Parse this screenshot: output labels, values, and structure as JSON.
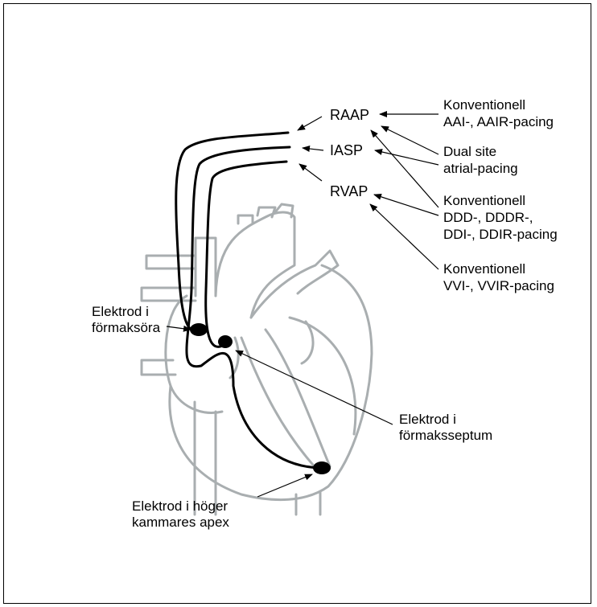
{
  "pacing_sites": {
    "raap": "RAAP",
    "iasp": "IASP",
    "rvap": "RVAP"
  },
  "pacing_modes": {
    "conv_aai_line1": "Konventionell",
    "conv_aai_line2": "AAI-, AAIR-pacing",
    "dual_site_line1": "Dual site",
    "dual_site_line2": "atrial-pacing",
    "conv_ddd_line1": "Konventionell",
    "conv_ddd_line2": "DDD-, DDDR-,",
    "conv_ddd_line3": "DDI-, DDIR-pacing",
    "conv_vvi_line1": "Konventionell",
    "conv_vvi_line2": "VVI-, VVIR-pacing"
  },
  "electrodes": {
    "atrial_appendage_line1": "Elektrod i",
    "atrial_appendage_line2": "förmaksöra",
    "atrial_septum_line1": "Elektrod i",
    "atrial_septum_line2": "förmaksseptum",
    "rv_apex_line1": "Elektrod i höger",
    "rv_apex_line2": "kammares apex"
  },
  "colors": {
    "heart_outline": "#a9aeb0",
    "leads": "#000000",
    "background": "#ffffff"
  }
}
